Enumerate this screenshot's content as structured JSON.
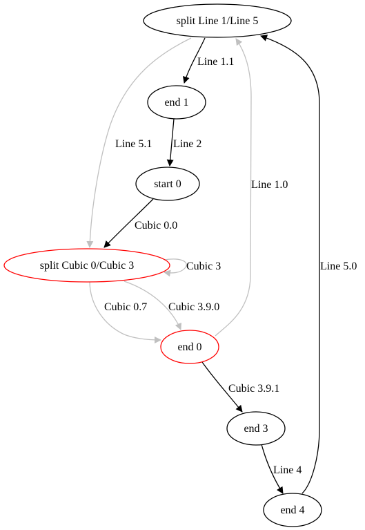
{
  "nodes": {
    "split_line": "split Line 1/Line 5",
    "end1": "end 1",
    "start0": "start 0",
    "split_cubic": "split Cubic 0/Cubic 3",
    "end0": "end 0",
    "end3": "end 3",
    "end4": "end 4"
  },
  "edges": {
    "line_1_1": "Line 1.1",
    "line_2": "Line 2",
    "line_5_1": "Line 5.1",
    "line_1_0": "Line 1.0",
    "cubic_0_0": "Cubic 0.0",
    "cubic_3": "Cubic 3",
    "cubic_0_7": "Cubic 0.7",
    "cubic_3_9_0": "Cubic 3.9.0",
    "cubic_3_9_1": "Cubic 3.9.1",
    "line_4": "Line 4",
    "line_5_0": "Line 5.0"
  },
  "colors": {
    "black": "#000000",
    "red": "#ff0000",
    "gray": "#c0c0c0"
  }
}
